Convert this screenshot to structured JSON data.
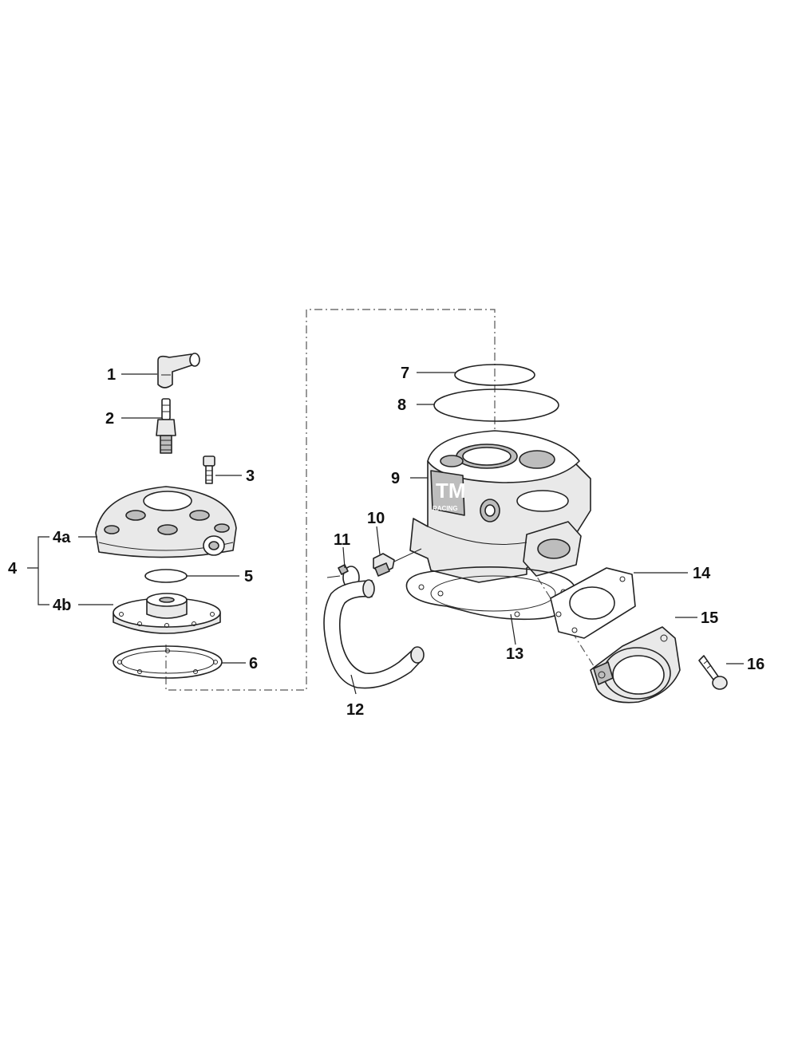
{
  "callouts": [
    {
      "id": "c1",
      "text": "1"
    },
    {
      "id": "c2",
      "text": "2"
    },
    {
      "id": "c3",
      "text": "3"
    },
    {
      "id": "c4",
      "text": "4"
    },
    {
      "id": "c4a",
      "text": "4a"
    },
    {
      "id": "c4b",
      "text": "4b"
    },
    {
      "id": "c5",
      "text": "5"
    },
    {
      "id": "c6",
      "text": "6"
    },
    {
      "id": "c7",
      "text": "7"
    },
    {
      "id": "c8",
      "text": "8"
    },
    {
      "id": "c9",
      "text": "9"
    },
    {
      "id": "c10",
      "text": "10"
    },
    {
      "id": "c11",
      "text": "11"
    },
    {
      "id": "c12",
      "text": "12"
    },
    {
      "id": "c13",
      "text": "13"
    },
    {
      "id": "c14",
      "text": "14"
    },
    {
      "id": "c15",
      "text": "15"
    },
    {
      "id": "c16",
      "text": "16"
    }
  ],
  "cylinder_logo": {
    "brand": "TM",
    "subtitle": "RACING"
  },
  "colors": {
    "line": "#222222",
    "background": "#ffffff",
    "shade": "#bdbdbd"
  }
}
